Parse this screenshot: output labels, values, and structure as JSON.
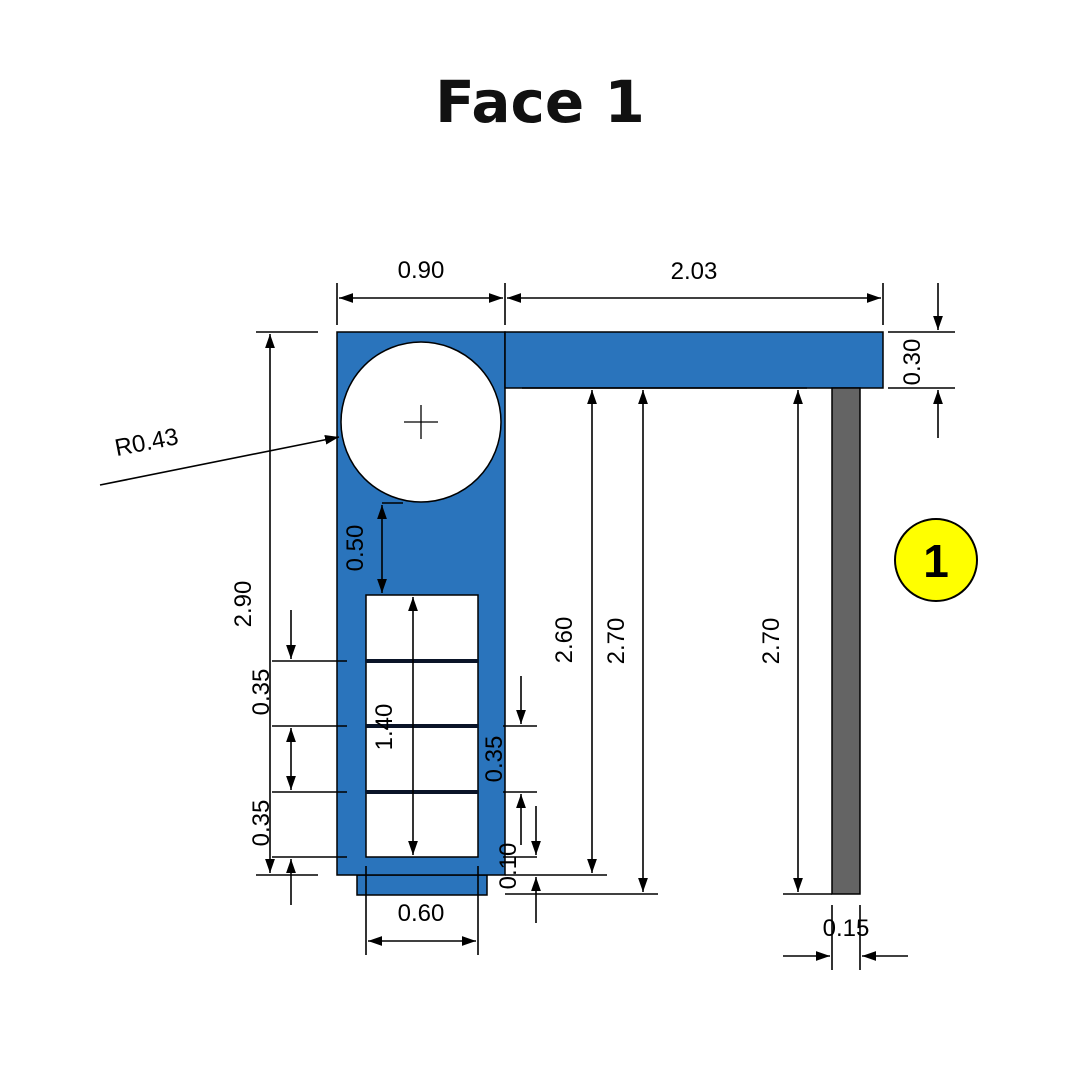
{
  "title": "Face 1",
  "colors": {
    "part_fill": "#2a74bc",
    "slot_fill": "#ffffff",
    "bar_fill": "#646464",
    "line": "#000000",
    "badge_fill": "#ffff00"
  },
  "badge": {
    "label": "1",
    "icon": "numbered-circle-badge"
  },
  "radius_label": "R0.43",
  "dimensions": {
    "top_width_left": "0.90",
    "top_width_right": "2.03",
    "top_thickness": "0.30",
    "overall_height": "2.90",
    "slot_gap": "0.50",
    "cell_height_upper": "0.35",
    "cell_height_lower": "0.35",
    "slot_height": "1.40",
    "right_cell_height": "0.35",
    "bottom_offset": "0.10",
    "inner_height": "2.60",
    "arm_height": "2.70",
    "bar_height": "2.70",
    "slot_width": "0.60",
    "bar_width": "0.15"
  }
}
